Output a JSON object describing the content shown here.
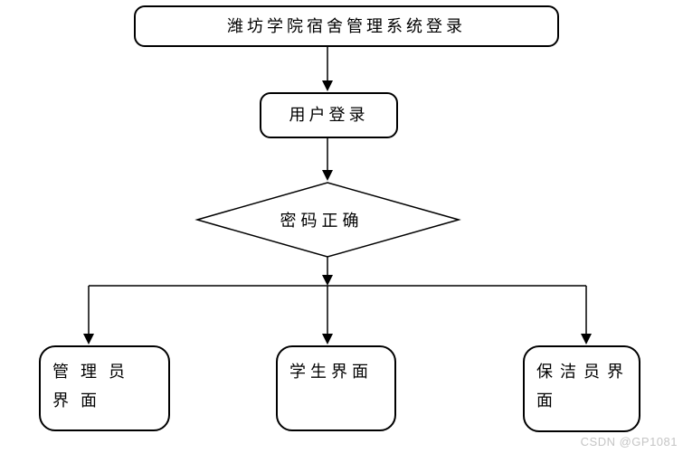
{
  "flowchart": {
    "nodes": [
      {
        "id": "system-login",
        "type": "rounded-rect",
        "label": "潍坊学院宿舍管理系统登录"
      },
      {
        "id": "user-login",
        "type": "rounded-rect",
        "label": "用户登录"
      },
      {
        "id": "password-correct",
        "type": "decision-diamond",
        "label": "密码正确"
      },
      {
        "id": "admin-ui",
        "type": "rounded-rect",
        "label": "管理员界面"
      },
      {
        "id": "student-ui",
        "type": "rounded-rect",
        "label": "学生界面"
      },
      {
        "id": "cleaner-ui",
        "type": "rounded-rect",
        "label": "保洁员界面"
      }
    ],
    "edges": [
      {
        "from": "system-login",
        "to": "user-login"
      },
      {
        "from": "user-login",
        "to": "password-correct"
      },
      {
        "from": "password-correct",
        "to": "admin-ui"
      },
      {
        "from": "password-correct",
        "to": "student-ui"
      },
      {
        "from": "password-correct",
        "to": "cleaner-ui"
      }
    ]
  },
  "watermark": "CSDN @GP1081",
  "colors": {
    "line": "#000000",
    "node_fill": "#ffffff",
    "background": "#ffffff",
    "watermark_text": "#c5c5c5"
  }
}
